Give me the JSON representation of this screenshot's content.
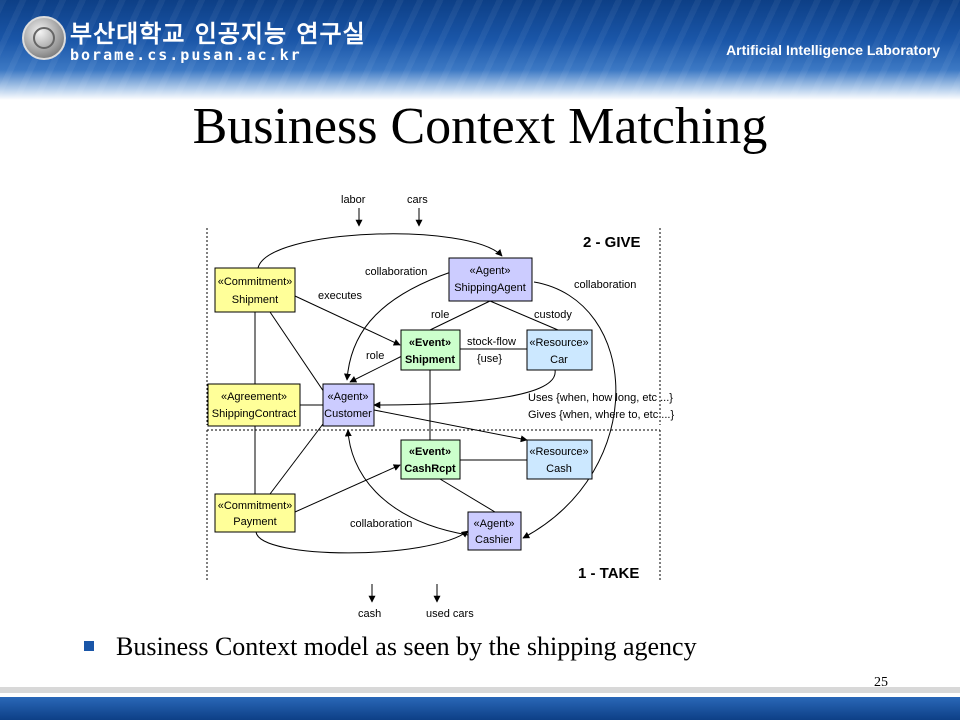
{
  "header": {
    "korean_title": "부산대학교 인공지능 연구실",
    "url": "borame.cs.pusan.ac.kr",
    "lab": "Artificial Intelligence Laboratory"
  },
  "slide": {
    "title": "Business Context Matching",
    "bullet": "Business Context model as seen by the shipping agency",
    "page_number": "25"
  },
  "diagram": {
    "sections": {
      "give": "2 - GIVE",
      "take": "1 - TAKE"
    },
    "flows": {
      "labor": "labor",
      "cars": "cars",
      "cash": "cash",
      "used_cars": "used cars"
    },
    "boxes": {
      "commitment_shipment": {
        "stereotype": "«Commitment»",
        "name": "Shipment"
      },
      "agent_shipping": {
        "stereotype": "«Agent»",
        "name": "ShippingAgent"
      },
      "event_shipment": {
        "stereotype": "«Event»",
        "name": "Shipment"
      },
      "resource_car": {
        "stereotype": "«Resource»",
        "name": "Car"
      },
      "agreement": {
        "stereotype": "«Agreement»",
        "name": "ShippingContract"
      },
      "agent_customer": {
        "stereotype": "«Agent»",
        "name": "Customer"
      },
      "event_cashrcpt": {
        "stereotype": "«Event»",
        "name": "CashRcpt"
      },
      "resource_cash": {
        "stereotype": "«Resource»",
        "name": "Cash"
      },
      "commitment_payment": {
        "stereotype": "«Commitment»",
        "name": "Payment"
      },
      "agent_cashier": {
        "stereotype": "«Agent»",
        "name": "Cashier"
      }
    },
    "labels": {
      "collab_top_left": "collaboration",
      "collab_top_right": "collaboration",
      "collab_bottom": "collaboration",
      "executes": "executes",
      "role_top": "role",
      "role_left": "role",
      "custody": "custody",
      "stock_flow": "stock-flow",
      "use": "{use}",
      "uses": "Uses {when, how long, etc ...}",
      "gives": "Gives {when, where to, etc ...}"
    },
    "colors": {
      "commitment": "#ffff99",
      "agent": "#ccccff",
      "event": "#ccffcc",
      "resource": "#cce8ff"
    }
  }
}
